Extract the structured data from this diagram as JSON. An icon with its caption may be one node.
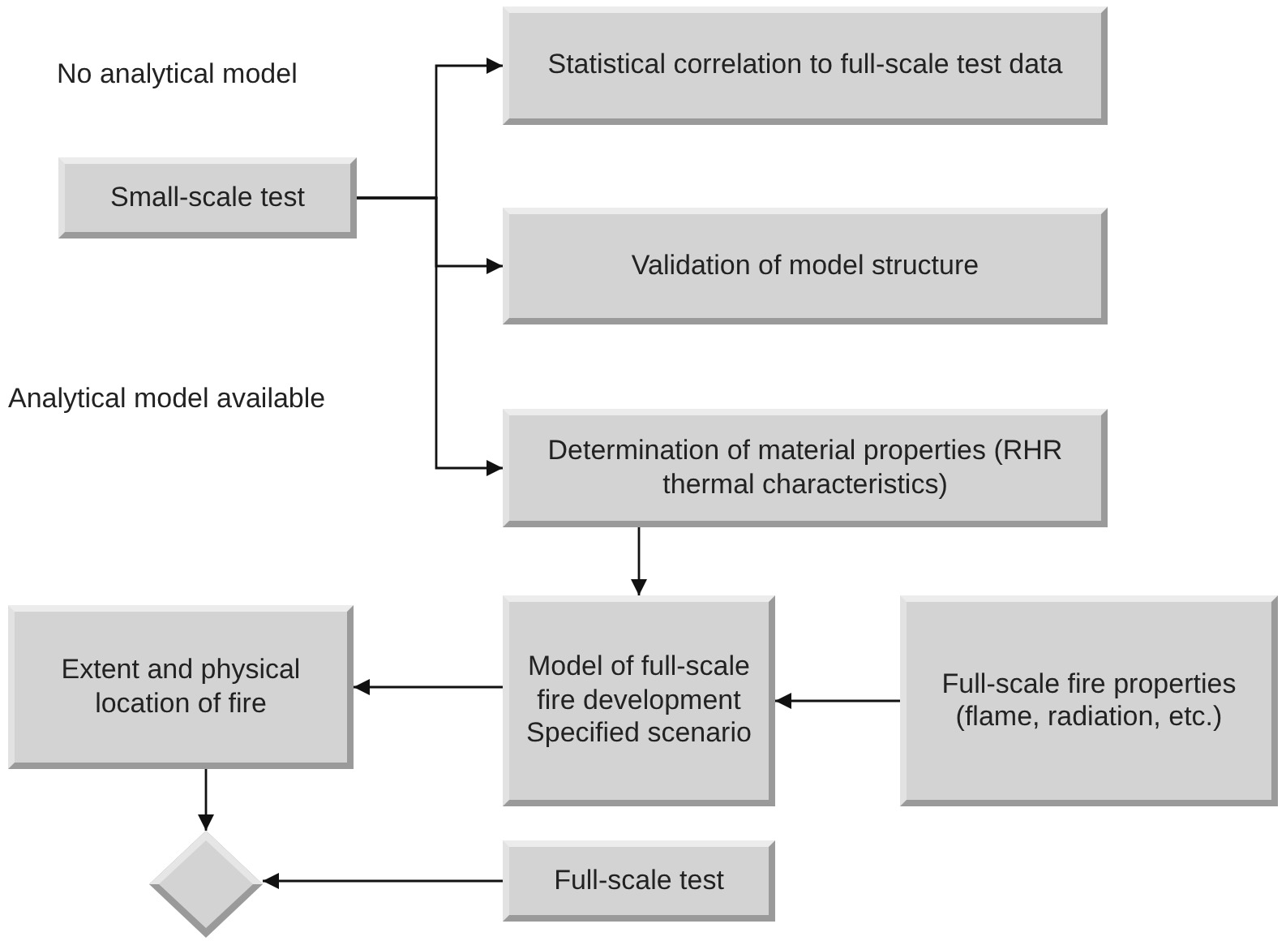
{
  "diagram": {
    "nodes": [
      {
        "text": [
          "Small-scale test"
        ]
      },
      {
        "text": [
          "Statistical correlation to full-scale test data"
        ]
      },
      {
        "text": [
          "Validation of model structure"
        ]
      },
      {
        "text": [
          "Determination of material properties (RHR thermal characteristics)"
        ]
      },
      {
        "text": [
          "Extent and physical location of fire"
        ]
      },
      {
        "text": [
          "Model of full-scale fire development Specified scenario"
        ]
      },
      {
        "text": [
          "Full-scale fire properties (flame, radiation, etc.)"
        ]
      },
      {
        "text": [],
        "shape": "diamond"
      },
      {
        "text": [
          "Full-scale test"
        ]
      }
    ],
    "edges": [
      {
        "from": 0,
        "to": 1,
        "arrow": "to"
      },
      {
        "from": 0,
        "to": 2,
        "arrow": "to"
      },
      {
        "from": 0,
        "to": 3,
        "arrow": "to"
      },
      {
        "from": 3,
        "to": 5,
        "arrow": "to"
      },
      {
        "from": 5,
        "to": 4,
        "arrow": "to"
      },
      {
        "from": 6,
        "to": 5,
        "arrow": "to"
      },
      {
        "from": 4,
        "to": 7,
        "arrow": "to"
      },
      {
        "from": 8,
        "to": 7,
        "arrow": "to"
      }
    ],
    "labels": [
      "No analytical model",
      "Analytical model available"
    ]
  }
}
